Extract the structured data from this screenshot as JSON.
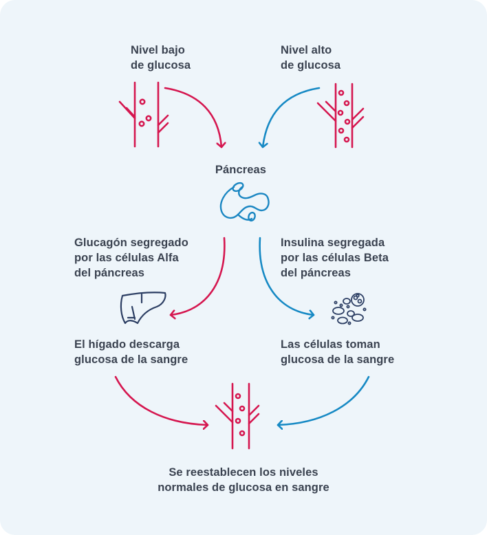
{
  "colors": {
    "background": "#eef5fa",
    "text": "#3a4250",
    "alpha_path": "#d5164f",
    "beta_path": "#1689c4",
    "organ_line": "#1a86c2",
    "organ_dark": "#2c3e63"
  },
  "labels": {
    "low_glucose": "Nivel bajo\nde glucosa",
    "high_glucose": "Nivel alto\nde glucosa",
    "pancreas": "Páncreas",
    "glucagon": "Glucagón segregado\npor las células Alfa\ndel páncreas",
    "insulin": "Insulina segregada\npor las células Beta\ndel páncreas",
    "liver_release": "El hígado descarga\nglucosa de la sangre",
    "cells_take": "Las células toman\nglucosa de la sangre",
    "restored": "Se reestablecen los niveles\nnormales de glucosa en sangre"
  },
  "icons": {
    "low_vessel": "blood-vessel-icon",
    "high_vessel": "blood-vessel-icon",
    "pancreas": "pancreas-icon",
    "liver": "liver-icon",
    "cells": "cells-icon",
    "normal_vessel": "blood-vessel-icon"
  }
}
